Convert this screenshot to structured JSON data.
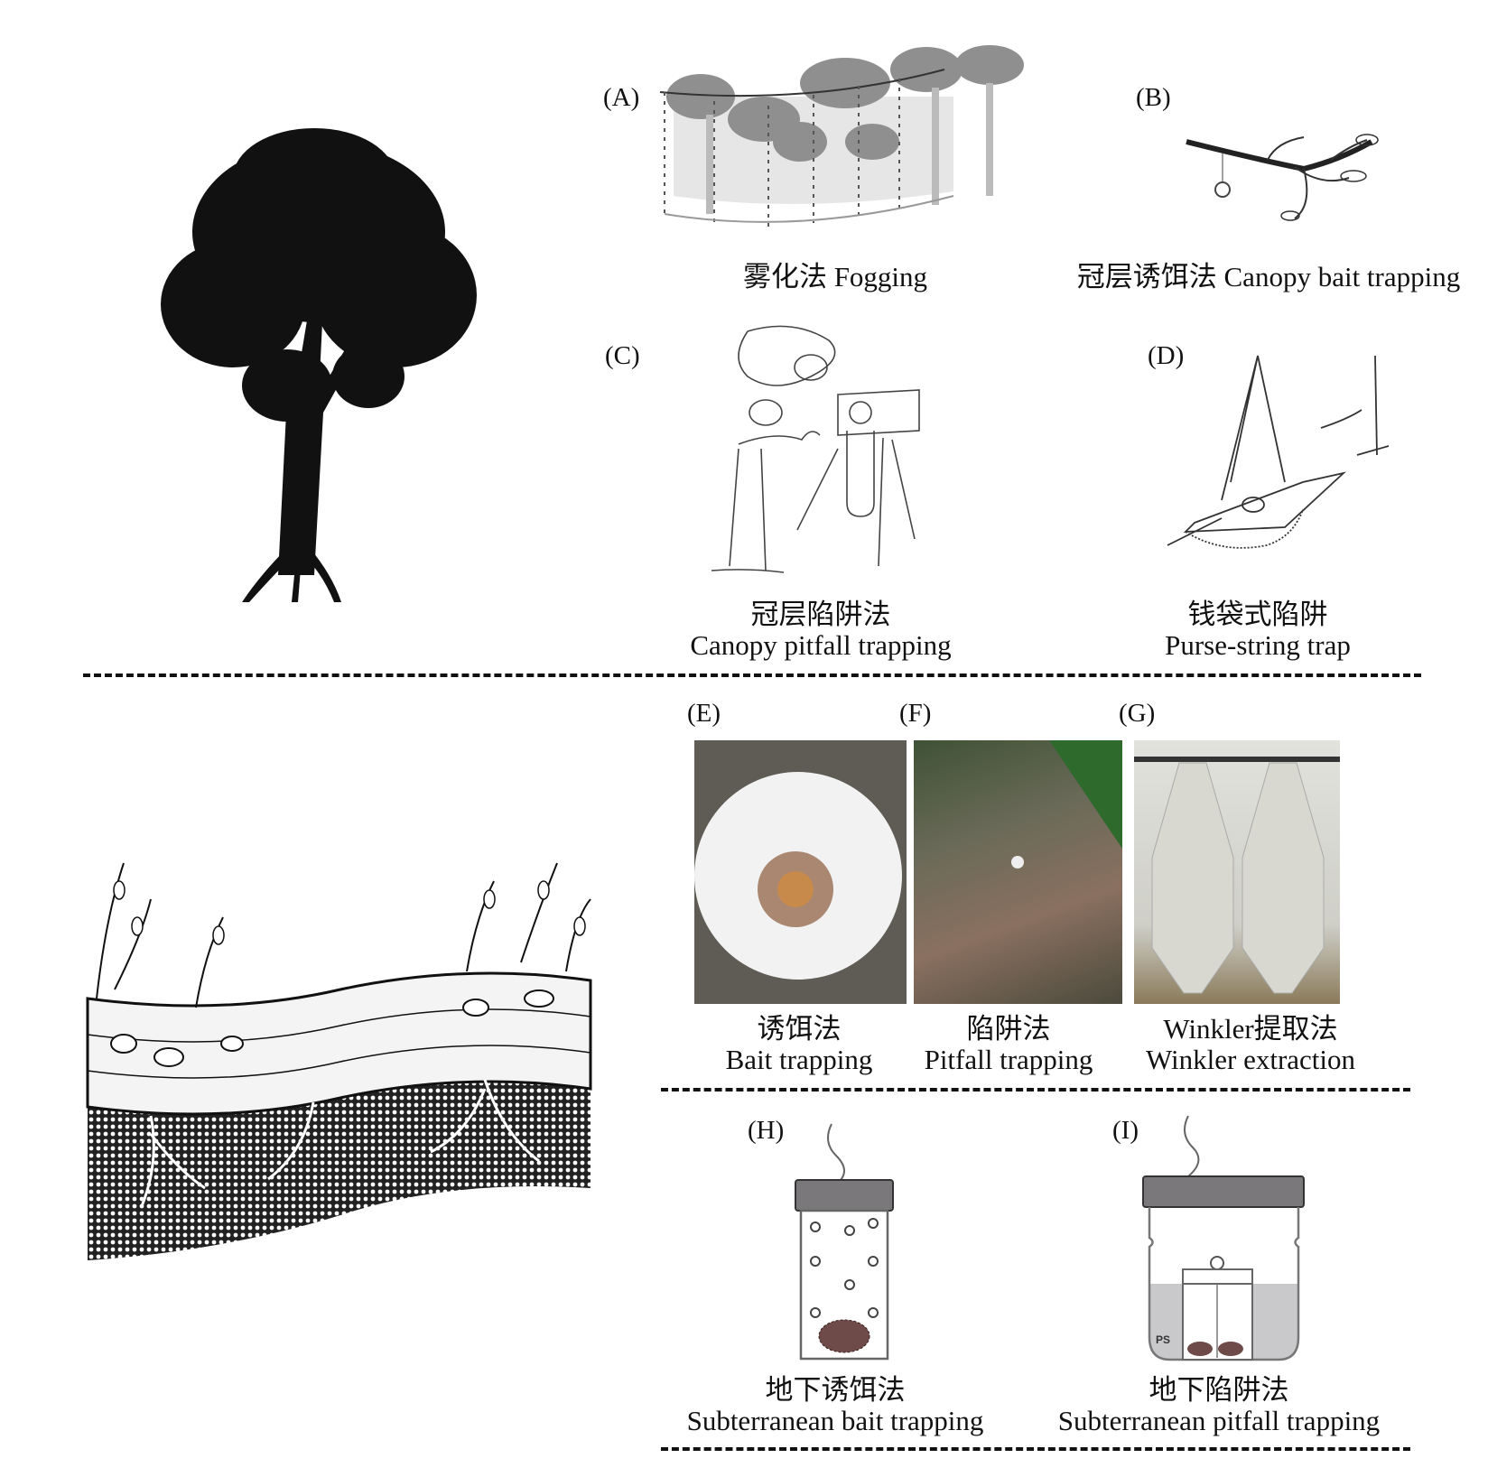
{
  "canopy": {
    "panels": [
      {
        "label": "(A)",
        "caption_zh": "雾化法",
        "caption_en": "Fogging"
      },
      {
        "label": "(B)",
        "caption_zh": "冠层诱饵法",
        "caption_en": "Canopy bait trapping"
      },
      {
        "label": "(C)",
        "caption_zh": "冠层陷阱法",
        "caption_en": "Canopy pitfall trapping"
      },
      {
        "label": "(D)",
        "caption_zh": "钱袋式陷阱",
        "caption_en": "Purse-string trap"
      }
    ]
  },
  "ground": {
    "panels": [
      {
        "label": "(E)",
        "caption_zh": "诱饵法",
        "caption_en": "Bait trapping"
      },
      {
        "label": "(F)",
        "caption_zh": "陷阱法",
        "caption_en": "Pitfall trapping"
      },
      {
        "label": "(G)",
        "caption_zh": "Winkler提取法",
        "caption_en": "Winkler extraction"
      }
    ]
  },
  "subterranean": {
    "panels": [
      {
        "label": "(H)",
        "caption_zh": "地下诱饵法",
        "caption_en": "Subterranean bait trapping"
      },
      {
        "label": "(I)",
        "caption_zh": "地下陷阱法",
        "caption_en": "Subterranean pitfall trapping",
        "ps_label": "PS"
      }
    ]
  },
  "colors": {
    "ink": "#111111",
    "lid": "#7a787a",
    "liquid": "#c9c9cc",
    "gray_canopy": "#9a9a9a"
  }
}
